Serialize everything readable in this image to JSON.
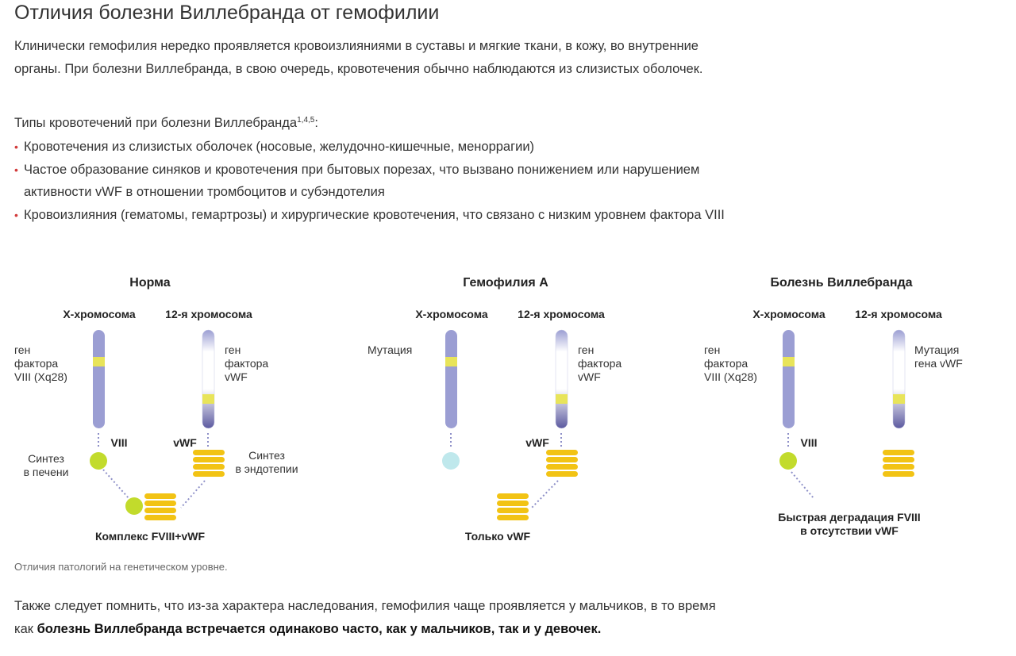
{
  "title": "Отличия болезни Виллебранда от гемофилии",
  "intro": "Клинически гемофилия нередко проявляется кровоизлияниями в суставы и мягкие ткани, в кожу, во внутренние органы. При болезни Виллебранда, в свою очередь, кровотечения обычно наблюдаются из слизистых оболочек.",
  "types_label": "Типы кровотечений при болезни Виллебранда",
  "types_refs": "1,4,5",
  "types_colon": ":",
  "bullets": [
    "Кровотечения из слизистых оболочек (носовые, желудочно-кишечные, меноррагии)",
    "Частое образование синяков и кровотечения при бытовых порезах, что вызвано понижением или нарушением активности vWF в отношении тромбоцитов и субэндотелия",
    "Кровоизлияния (гематомы, гемартрозы) и хирургические кровотечения, что связано с низким уровнем фактора VIII"
  ],
  "diagram": {
    "colors": {
      "chromosome": "#9b9ed3",
      "band": "#e8e45a",
      "dark": "#5c5aa0",
      "dot": "#c2db2c",
      "dot_mutant": "#bfe8ec",
      "stack": "#f2c314",
      "dots_line": "#8e90c8"
    },
    "norma": {
      "heading": "Норма",
      "x_chrom": "X-хромосома",
      "chrom12": "12-я хромосома",
      "gene8": "ген\nфактора\nVIII (Xq28)",
      "genevwf": "ген\nфактора\nvWF",
      "label8": "VIII",
      "labelvwf": "vWF",
      "synth_liver": "Синтез\nв печени",
      "synth_endo": "Синтез\nв эндотепии",
      "complex": "Комплекс FVIII+vWF"
    },
    "hemo": {
      "heading": "Гемофилия А",
      "x_chrom": "X-хромосома",
      "chrom12": "12-я хромосома",
      "mutation": "Мутация",
      "genevwf": "ген\nфактора\nvWF",
      "labelvwf": "vWF",
      "only_vwf": "Только vWF"
    },
    "vwd": {
      "heading": "Болезнь Виллебранда",
      "x_chrom": "X-хромосома",
      "chrom12": "12-я хромосома",
      "gene8": "ген\nфактора\nVIII (Xq28)",
      "mutation_vwf": "Мутация\nгена vWF",
      "label8": "VIII",
      "degradation": "Быстрая деградация FVIII\nв отсутствии vWF"
    }
  },
  "caption": "Отличия патологий на генетическом уровне.",
  "bottom_text": "Также следует помнить, что из-за характера наследования, гемофилия чаще проявляется у мальчиков, в то время как ",
  "bottom_bold": "болезнь Виллебранда встречается одинаково часто, как у мальчиков, так и у девочек."
}
